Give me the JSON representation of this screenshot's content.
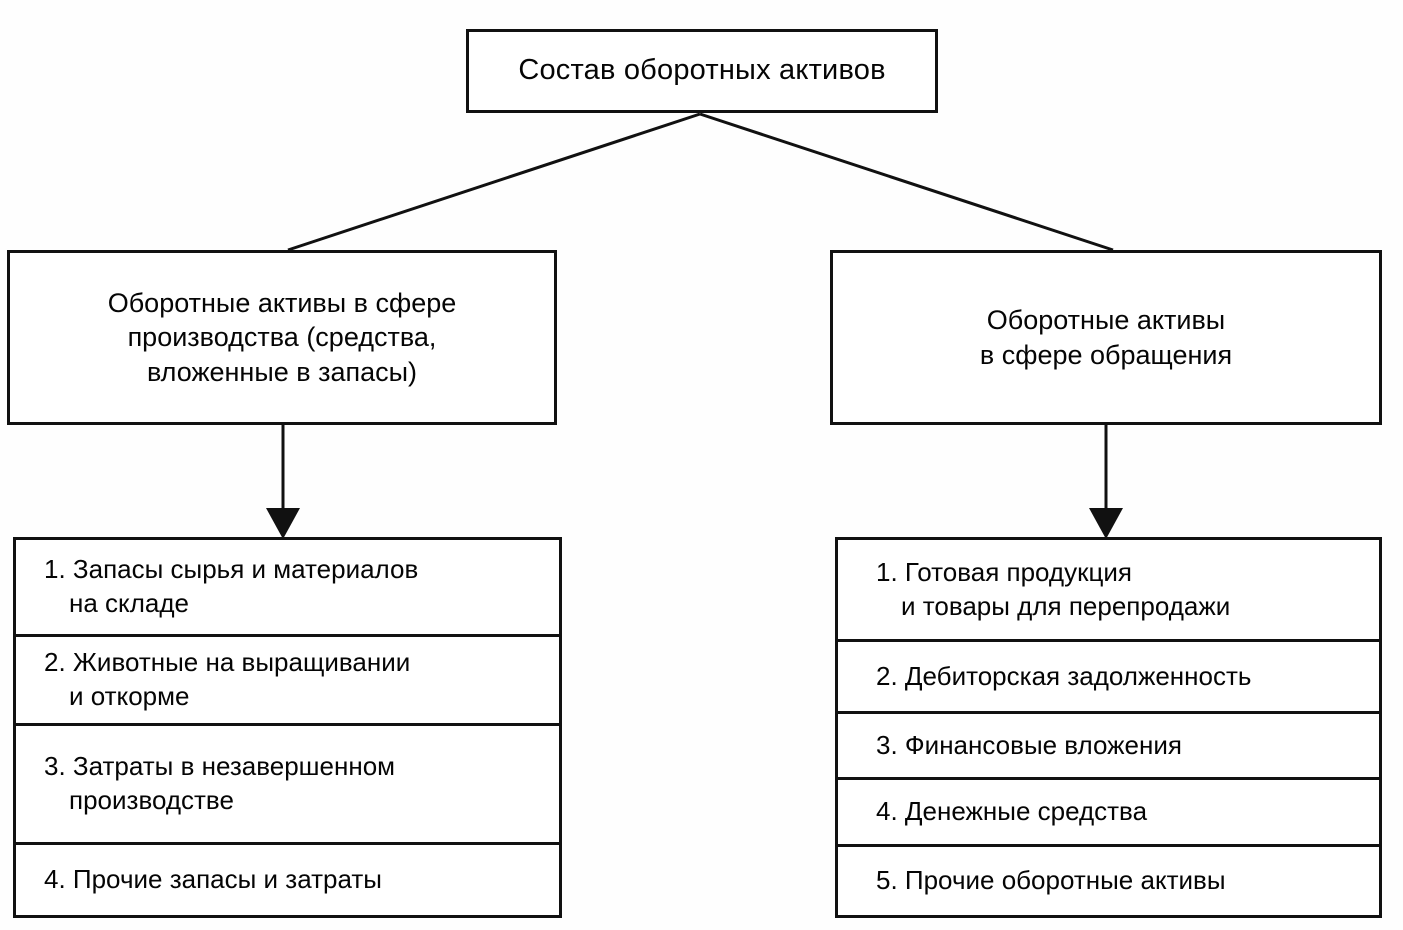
{
  "diagram": {
    "root": {
      "label": "Состав оборотных активов"
    },
    "branches": [
      {
        "id": "production",
        "label": "Оборотные активы в сфере\nпроизводства (средства,\nвложенные в запасы)",
        "items": [
          "1. Запасы сырья и материалов\nна складе",
          "2. Животные на выращивании\nи откорме",
          "3. Затраты в незавершенном\nпроизводстве",
          "4. Прочие запасы и затраты"
        ]
      },
      {
        "id": "circulation",
        "label": "Оборотные активы\nв сфере обращения",
        "items": [
          "1. Готовая продукция\nи товары для перепродажи",
          "2. Дебиторская задолженность",
          "3. Финансовые вложения",
          "4. Денежные средства",
          "5. Прочие оборотные активы"
        ]
      }
    ],
    "colors": {
      "stroke": "#111111",
      "background": "#ffffff",
      "text": "#050505"
    }
  }
}
